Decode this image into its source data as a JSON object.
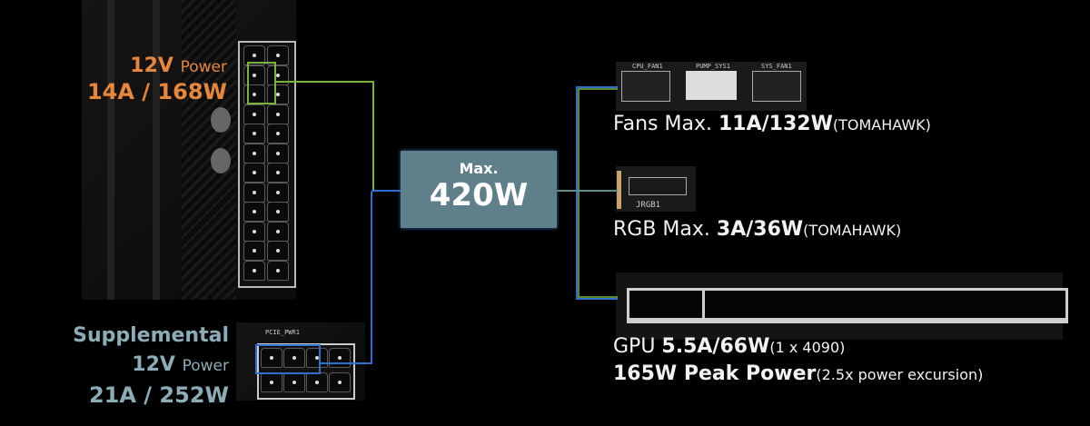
{
  "colors": {
    "orange": "#e8873a",
    "slate": "#8cacb8",
    "box": "#5f7f8b",
    "line_green": "#7ab33a",
    "line_blue": "#2f6fd0",
    "background": "#000000"
  },
  "atx": {
    "volt": "12V",
    "unit": "Power",
    "rating": "14A / 168W"
  },
  "pcie": {
    "title": "Supplemental",
    "volt": "12V",
    "unit": "Power",
    "rating": "21A / 252W",
    "connector_label": "PCIE_PWR1"
  },
  "hub": {
    "label": "Max.",
    "value": "420W"
  },
  "fans": {
    "headers": [
      "CPU_FAN1",
      "PUMP_SYS1",
      "SYS_FAN1"
    ],
    "prefix": "Fans Max.",
    "value": "11A/132W",
    "note": "(TOMAHAWK)"
  },
  "rgb": {
    "header": "JRGB1",
    "prefix": "RGB Max.",
    "value": "3A/36W",
    "note": "(TOMAHAWK)"
  },
  "gpu": {
    "prefix": "GPU",
    "value": "5.5A/66W",
    "note": "(1 x 4090)",
    "peak": "165W Peak Power",
    "peak_note": "(2.5x power excursion)"
  }
}
